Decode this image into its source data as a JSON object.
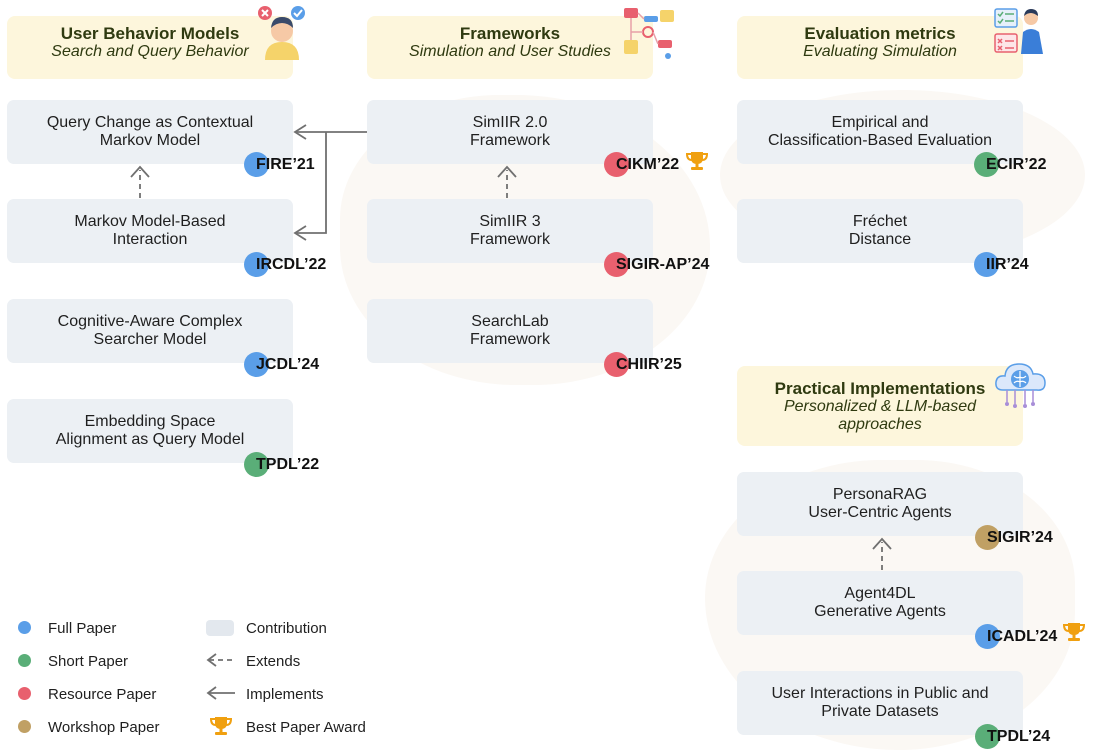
{
  "colors": {
    "full": "#5a9ee8",
    "short": "#5aae78",
    "resource": "#e8606e",
    "workshop": "#c0a064",
    "trophy": "#f0a010"
  },
  "headers": {
    "user_models": {
      "title": "User Behavior Models",
      "subtitle": "Search and Query Behavior"
    },
    "frameworks": {
      "title": "Frameworks",
      "subtitle": "Simulation and User Studies"
    },
    "evaluation": {
      "title": "Evaluation metrics",
      "subtitle": "Evaluating Simulation"
    },
    "practical": {
      "title": "Practical Implementations",
      "subtitle_line1": "Personalized & LLM-based",
      "subtitle_line2": "approaches"
    }
  },
  "boxes": {
    "query_change": {
      "line1": "Query Change as Contextual",
      "line2": "Markov Model",
      "venue": "FIRE’21"
    },
    "markov_interaction": {
      "line1": "Markov Model-Based",
      "line2": "Interaction",
      "venue": "IRCDL’22"
    },
    "cognitive": {
      "line1": "Cognitive-Aware Complex",
      "line2": "Searcher Model",
      "venue": "JCDL’24"
    },
    "embedding": {
      "line1": "Embedding Space",
      "line2": "Alignment as Query Model",
      "venue": "TPDL’22"
    },
    "simiir2": {
      "line1": "SimIIR 2.0",
      "line2": "Framework",
      "venue": "CIKM’22"
    },
    "simiir3": {
      "line1": "SimIIR 3",
      "line2": "Framework",
      "venue": "SIGIR-AP’24"
    },
    "searchlab": {
      "line1": "SearchLab",
      "line2": "Framework",
      "venue": "CHIIR’25"
    },
    "empirical": {
      "line1": "Empirical and",
      "line2": "Classification-Based Evaluation",
      "venue": "ECIR’22"
    },
    "frechet": {
      "line1": "Fréchet",
      "line2": "Distance",
      "venue": "IIR’24"
    },
    "personarag": {
      "line1": "PersonaRAG",
      "line2": "User-Centric Agents",
      "venue": "SIGIR’24"
    },
    "agent4dl": {
      "line1": "Agent4DL",
      "line2": "Generative Agents",
      "venue": "ICADL’24"
    },
    "interactions": {
      "line1": "User Interactions in Public and",
      "line2": "Private Datasets",
      "venue": "TPDL’24"
    }
  },
  "legend": {
    "full": "Full Paper",
    "short": "Short Paper",
    "resource": "Resource Paper",
    "workshop": "Workshop Paper",
    "contribution": "Contribution",
    "extends": "Extends",
    "implements": "Implements",
    "best_paper": "Best Paper Award"
  }
}
